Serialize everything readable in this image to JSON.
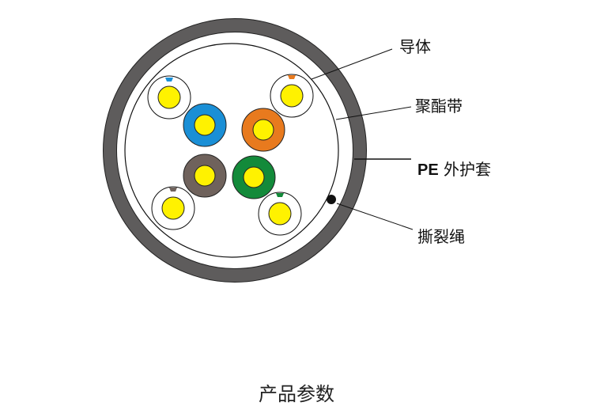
{
  "labels": {
    "conductor": "导体",
    "polyester_tape": "聚酯带",
    "jacket_pe": "PE",
    "jacket_rest": "外护套",
    "ripcord": "撕裂绳"
  },
  "section_title": "产品参数",
  "colors": {
    "jacket": "#5e5c5c",
    "conductor": "#fff200",
    "blue": "#1a8fd6",
    "orange": "#e87a1e",
    "brown": "#6f625c",
    "green": "#138a3a"
  }
}
